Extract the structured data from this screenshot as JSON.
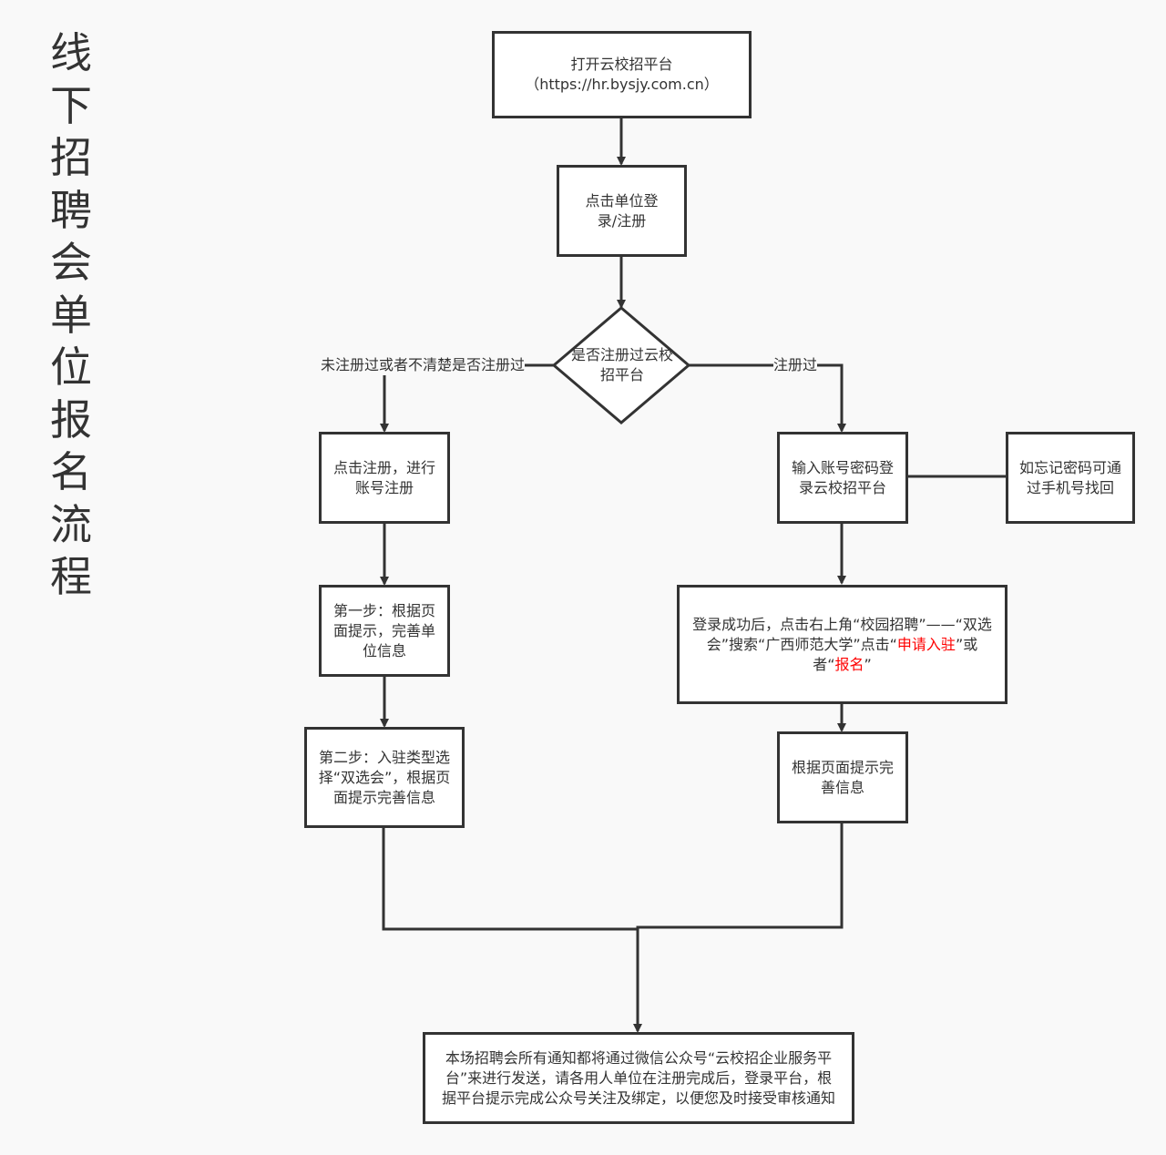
{
  "title": "线下招聘会单位报名流程",
  "nodes": {
    "open_platform": {
      "line1": "打开云校招平台",
      "line2": "（https://hr.bysjy.com.cn）"
    },
    "click_login": "点击单位登录/注册",
    "decision": "是否注册过云校招平台",
    "register": "点击注册，进行账号注册",
    "step1": "第一步：根据页面提示，完善单位信息",
    "step2": "第二步：入驻类型选择“双选会”，根据页面提示完善信息",
    "login": "输入账号密码登录云校招平台",
    "forgot": "如忘记密码可通过手机号找回",
    "apply": {
      "part1": "登录成功后，点击右上角“校园招聘”——“双选会”搜索“广西师范大学”点击“",
      "highlight1": "申请入驻",
      "part2": "”或者“",
      "highlight2": "报名",
      "part3": "”"
    },
    "complete_info": "根据页面提示完善信息",
    "notice": "本场招聘会所有通知都将通过微信公众号“云校招企业服务平台”来进行发送，请各用人单位在注册完成后，登录平台，根据平台提示完成公众号关注及绑定，以便您及时接受审核通知"
  },
  "edge_labels": {
    "not_registered": "未注册过或者不清楚是否注册过",
    "registered": "注册过"
  },
  "colors": {
    "stroke": "#333333",
    "highlight": "#ff0000",
    "background": "#f9f9f9"
  }
}
